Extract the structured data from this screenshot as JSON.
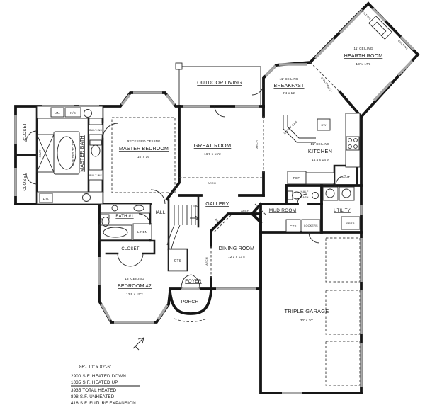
{
  "labels": {
    "closet": "CLOSET",
    "lin": "LIN.",
    "ks": "K/S",
    "seat": "SEAT",
    "master_bath": "MASTER BATH",
    "vaulted": "VAULTED TO 13'",
    "built_ins": "BUILT-INS",
    "recessed_ceiling": "RECESSED CEILING",
    "master_bedroom": "MASTER BEDROOM",
    "master_bedroom_dims": "15' x 16'",
    "outdoor_living": "OUTDOOR LIVING",
    "great_room": "GREAT ROOM",
    "great_room_dims": "16'9 x 16'2",
    "ceiling_11": "11' CEILING",
    "breakfast": "BREAKFAST",
    "breakfast_dims": "9'4 x 12'",
    "hearth_room": "HEARTH ROOM",
    "hearth_dims": "13' x 17'3",
    "clng_8": "8' CLNG",
    "arch": "ARCH",
    "snack_bar": "SNACK BAR",
    "dw": "DW",
    "kitchen": "KITCHEN",
    "kitchen_dims": "14'4 x 14'9",
    "ref": "REF.",
    "pantry": "PANT.",
    "half": "HALF",
    "bath": "BATH",
    "utility": "UTILITY",
    "frzr": "FRZR",
    "mud_room": "MUD ROOM",
    "bench": "BENCH",
    "cts": "CTS",
    "lockers": "LOCKERS",
    "gallery": "GALLERY",
    "up": "UP",
    "hall": "HALL",
    "bath1": "BATH #1",
    "linen": "LINEN",
    "dining_room": "DINING ROOM",
    "dining_dims": "12'1 x 13'5",
    "foyer": "FOYER",
    "porch": "PORCH",
    "ceiling_13": "13' CEILING",
    "bedroom2": "BEDROOM #2",
    "bedroom2_dims": "12'6 x 15'2",
    "garage": "TRIPLE GARAGE",
    "garage_dims": "30' x 30'"
  },
  "stats": {
    "overall_dims": "86'- 10\" x 82'-6\"",
    "heated_down": "2900 S.F. HEATED DOWN",
    "heated_up": "1035 S.F. HEATED UP",
    "total_heated": "3935 TOTAL HEATED",
    "unheated": "898 S.F. UNHEATED",
    "future_expansion": "416 S.F. FUTURE EXPANSION"
  },
  "colors": {
    "wall": "#161616",
    "window": "#a8a8a8",
    "paper": "#ffffff"
  }
}
